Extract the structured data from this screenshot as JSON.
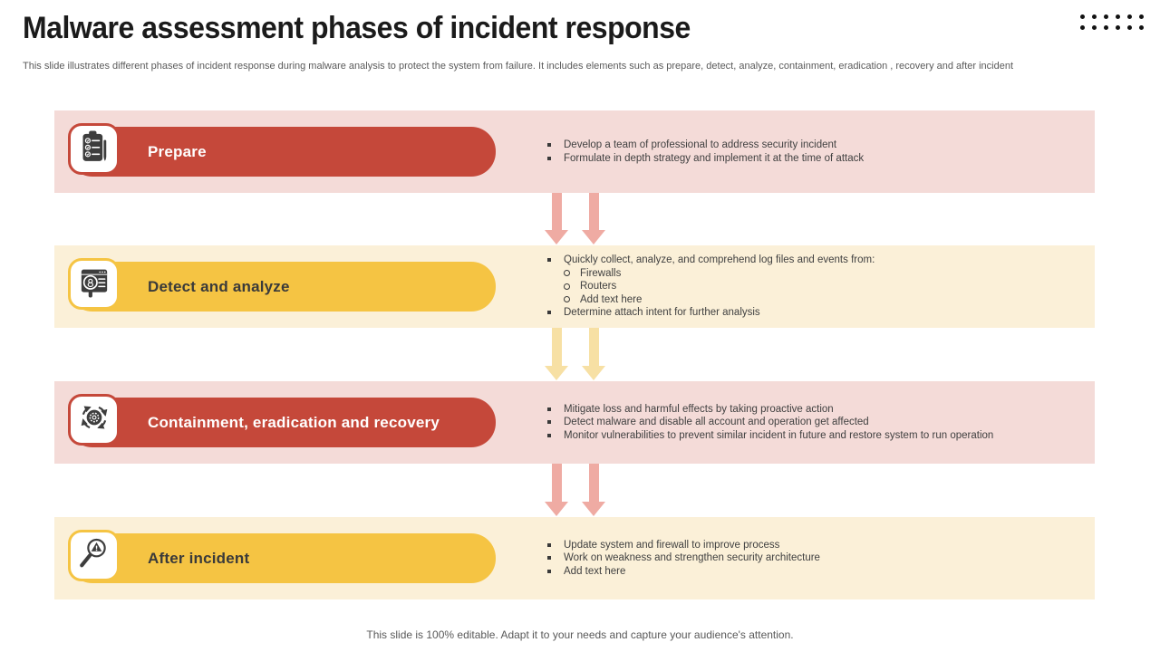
{
  "slide": {
    "title": "Malware assessment phases of incident response",
    "subtitle": "This slide illustrates different phases of incident response during malware analysis to protect the system from failure. It includes elements such as prepare, detect, analyze,  containment, eradication , recovery and after incident",
    "footer": "This slide is 100% editable. Adapt it to your needs and capture your audience's attention."
  },
  "colors": {
    "red": "#c5483a",
    "yellow": "#f5c443",
    "pink_band": "#f4dbd8",
    "cream_band": "#fbf0d8",
    "pink_arrow": "#efaba3",
    "yellow_arrow": "#f7e0a4"
  },
  "phases": [
    {
      "label": "Prepare",
      "theme": "red",
      "icon": "clipboard-checklist-icon",
      "bullets": [
        {
          "text": "Develop a team of professional to address security incident"
        },
        {
          "text": "Formulate in depth strategy and implement it at the time of attack"
        }
      ]
    },
    {
      "label": "Detect and analyze",
      "theme": "yellow",
      "icon": "browser-search-icon",
      "bullets": [
        {
          "text": "Quickly collect, analyze,  and comprehend log files and events from:",
          "sub": [
            "Firewalls",
            "Routers",
            "Add text here"
          ]
        },
        {
          "text": "Determine attach intent for further analysis"
        }
      ]
    },
    {
      "label": "Containment, eradication and recovery",
      "theme": "red",
      "icon": "gear-cycle-icon",
      "bullets": [
        {
          "text": "Mitigate loss and harmful effects by taking proactive action"
        },
        {
          "text": "Detect malware and disable all account and operation get affected"
        },
        {
          "text": "Monitor vulnerabilities to prevent similar incident in future and restore system to run operation"
        }
      ]
    },
    {
      "label": "After incident",
      "theme": "yellow",
      "icon": "magnifier-warning-icon",
      "bullets": [
        {
          "text": "Update system and firewall to improve process"
        },
        {
          "text": "Work on weakness and strengthen security architecture"
        },
        {
          "text": "Add text here"
        }
      ]
    }
  ]
}
